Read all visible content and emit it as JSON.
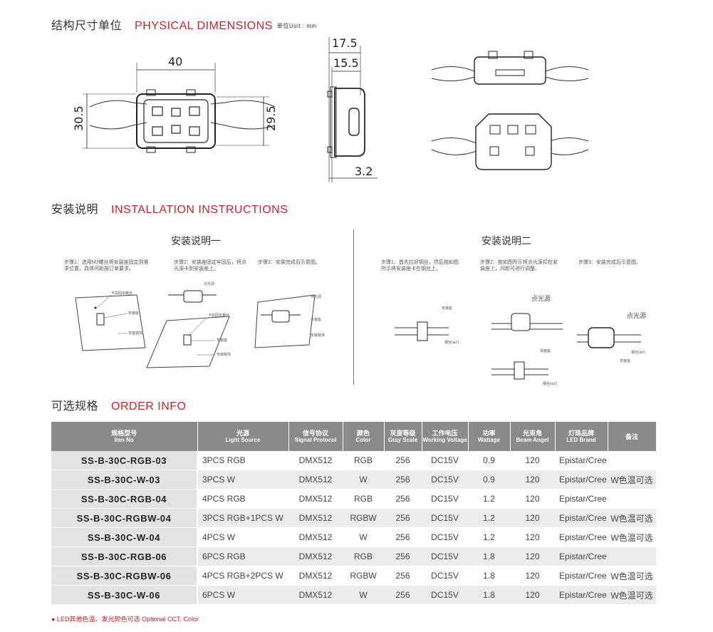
{
  "sections": {
    "dimensions": {
      "cn": "结构尺寸单位",
      "en": "PHYSICAL DIMENSIONS",
      "unit": "单位Uuit : mm"
    },
    "installation": {
      "cn": "安装说明",
      "en": "INSTALLATION INSTRUCTIONS"
    },
    "order": {
      "cn": "可选规格",
      "en": "ORDER INFO"
    }
  },
  "dimensions": {
    "width": "40",
    "height_outer": "30.5",
    "height_inner": "29.5",
    "depth_total": "17.5",
    "depth_body": "15.5",
    "base": "3.2"
  },
  "install_one": {
    "title": "安装说明一",
    "step1": "步骤1：选用M3螺丝将安装座固定到需求位置，具体间距按订单要求。",
    "step2": "步骤2：安装座固定牢固后，将点光源卡到安装座上。",
    "step3": "步骤3：安装完成后示意图。",
    "labels": {
      "screw": "卡扣固定螺丝",
      "mount": "安装座",
      "surface": "安装载体",
      "light": "点光源"
    }
  },
  "install_two": {
    "title": "安装说明二",
    "step1": "步骤1：首先拉好钢丝，然后按如图所示将安装座卡在钢丝上。",
    "step2": "步骤2：按如图所示将点光源扣在安装座上，间距可进行调整。",
    "step3": "步骤3：安装完成后示意图。",
    "labels": {
      "mount": "安装座",
      "wire": "钢丝(ø2)",
      "light": "点光源"
    }
  },
  "table": {
    "headers": [
      {
        "cn": "规格型号",
        "en": "Iten No"
      },
      {
        "cn": "光源",
        "en": "Light Source"
      },
      {
        "cn": "信号协议",
        "en": "Signal Protocol"
      },
      {
        "cn": "颜色",
        "en": "Color"
      },
      {
        "cn": "灰度等级",
        "en": "Gray Scale"
      },
      {
        "cn": "工作电压",
        "en": "Working Voltage"
      },
      {
        "cn": "功率",
        "en": "Wattage"
      },
      {
        "cn": "光束角",
        "en": "Beam Angel"
      },
      {
        "cn": "灯珠品牌",
        "en": "LED Brand"
      },
      {
        "cn": "备注",
        "en": ""
      }
    ],
    "rows": [
      [
        "SS-B-30C-RGB-03",
        "3PCS RGB",
        "DMX512",
        "RGB",
        "256",
        "DC15V",
        "0.9",
        "120",
        "Epistar/Cree",
        ""
      ],
      [
        "SS-B-30C-W-03",
        "3PCS W",
        "DMX512",
        "W",
        "256",
        "DC15V",
        "0.9",
        "120",
        "Epistar/Cree",
        "W色温可选"
      ],
      [
        "SS-B-30C-RGB-04",
        "4PCS RGB",
        "DMX512",
        "RGB",
        "256",
        "DC15V",
        "1.2",
        "120",
        "Epistar/Cree",
        ""
      ],
      [
        "SS-B-30C-RGBW-04",
        "3PCS RGB+1PCS W",
        "DMX512",
        "RGBW",
        "256",
        "DC15V",
        "1.2",
        "120",
        "Epistar/Cree",
        "W色温可选"
      ],
      [
        "SS-B-30C-W-04",
        "4PCS W",
        "DMX512",
        "W",
        "256",
        "DC15V",
        "1.2",
        "120",
        "Epistar/Cree",
        "W色温可选"
      ],
      [
        "SS-B-30C-RGB-06",
        "6PCS RGB",
        "DMX512",
        "RGB",
        "256",
        "DC15V",
        "1.8",
        "120",
        "Epistar/Cree",
        ""
      ],
      [
        "SS-B-30C-RGBW-06",
        "4PCS RGB+2PCS W",
        "DMX512",
        "RGBW",
        "256",
        "DC15V",
        "1.8",
        "120",
        "Epistar/Cree",
        "W色温可选"
      ],
      [
        "SS-B-30C-W-06",
        "6PCS W",
        "DMX512",
        "W",
        "256",
        "DC15V",
        "1.8",
        "120",
        "Epistar/Cree",
        "W色温可选"
      ]
    ]
  },
  "footnote": "● LED其他色温、发光颜色可选  Optional CCT, Color",
  "colors": {
    "accent": "#d4202a",
    "header_bg": "#8a8a8a",
    "row_alt": "#ececec"
  }
}
